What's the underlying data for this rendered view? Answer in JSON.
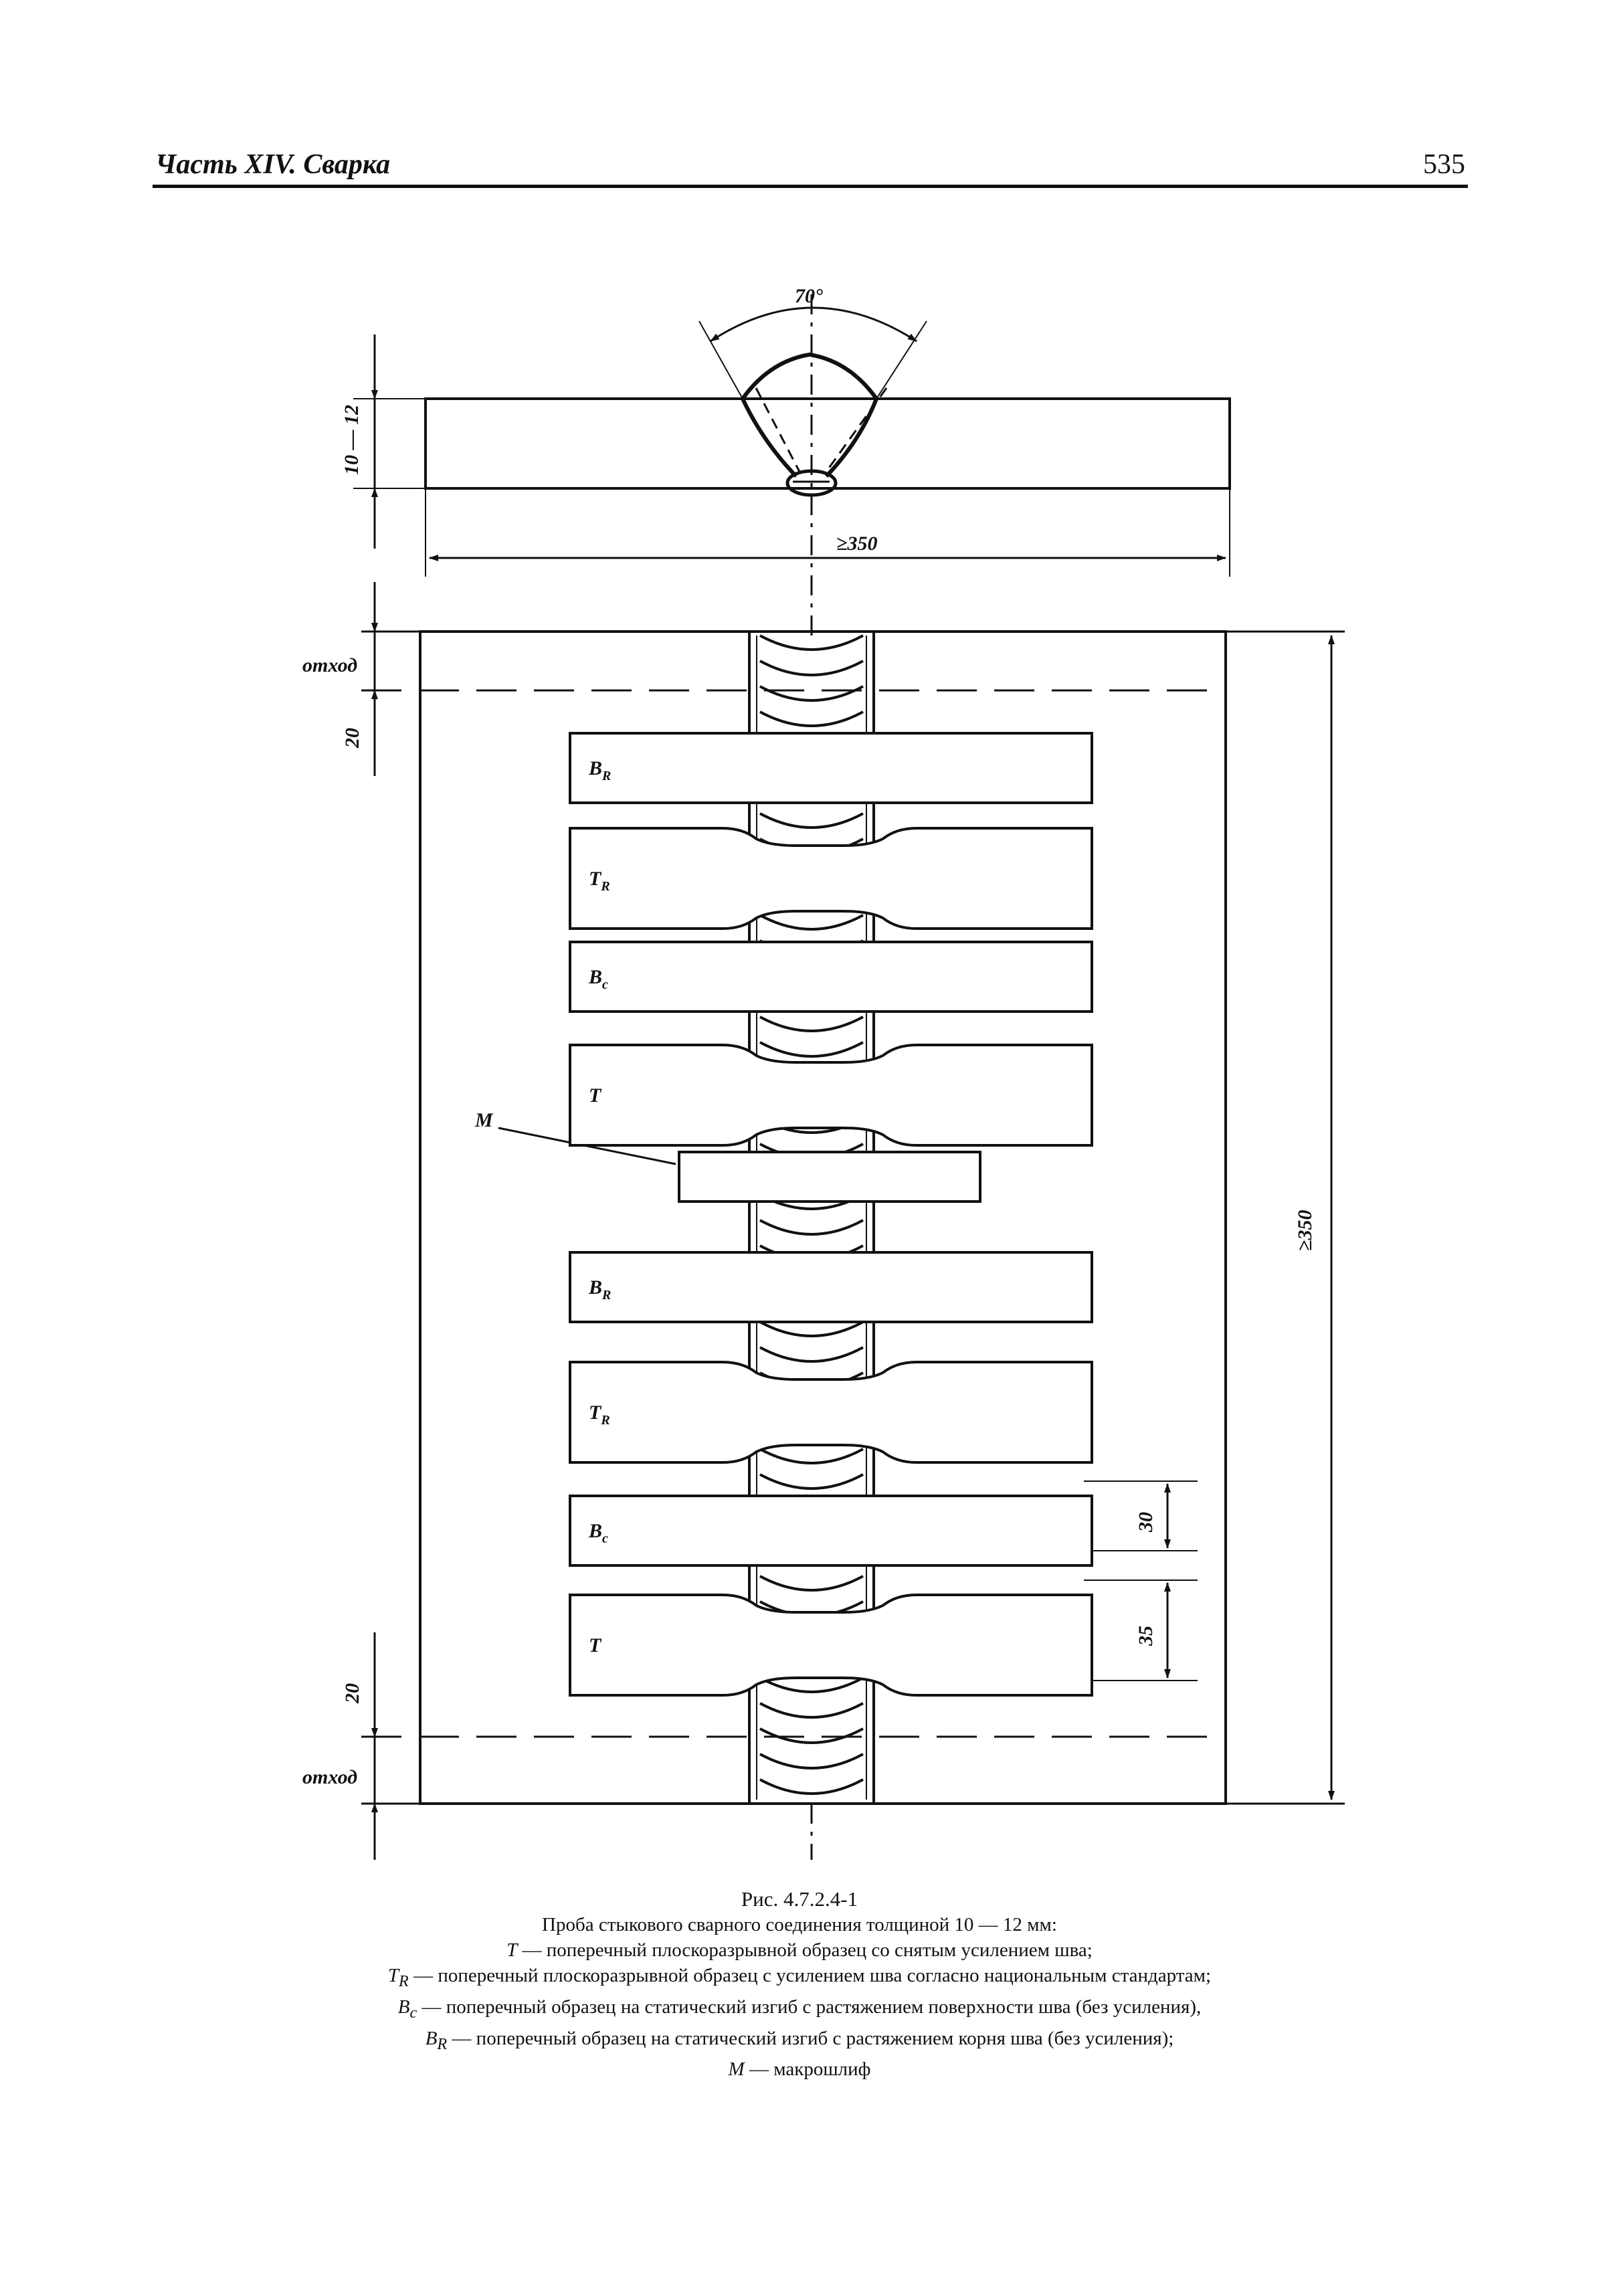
{
  "header": {
    "left": "Часть XIV. Сварка",
    "page_number": "535"
  },
  "dimensions": {
    "angle": "70°",
    "thickness": "10 — 12",
    "width": "≥350",
    "length": "≥350",
    "otkhod": "отход",
    "margin": "20",
    "bend_width": "30",
    "tensile_width": "35"
  },
  "specimens": [
    "BR",
    "TR",
    "Bc",
    "T",
    "M",
    "BR",
    "TR",
    "Bc",
    "T"
  ],
  "specimen_labels": {
    "BR_main": "B",
    "BR_sub": "R",
    "TR_main": "T",
    "TR_sub": "R",
    "Bc_main": "B",
    "Bc_sub": "c",
    "T": "T",
    "M": "M"
  },
  "caption": {
    "figure": "Рис. 4.7.2.4-1",
    "title": "Проба стыкового сварного соединения толщиной 10 — 12 мм:",
    "T_sym": "T",
    "T_text": " — поперечный плоскоразрывной образец со снятым усилением шва;",
    "TR_sym": "T",
    "TR_sub": "R",
    "TR_text": " — поперечный плоскоразрывной образец с усилением шва согласно национальным стандартам;",
    "Bc_sym": "B",
    "Bc_sub": "c",
    "Bc_text": " — поперечный образец на статический изгиб с растяжением поверхности шва (без усиления),",
    "BR_sym": "B",
    "BR_sub": "R",
    "BR_text": " — поперечный образец на статический изгиб с растяжением корня шва (без усиления);",
    "M_sym": "M",
    "M_text": " — макрошлиф"
  }
}
